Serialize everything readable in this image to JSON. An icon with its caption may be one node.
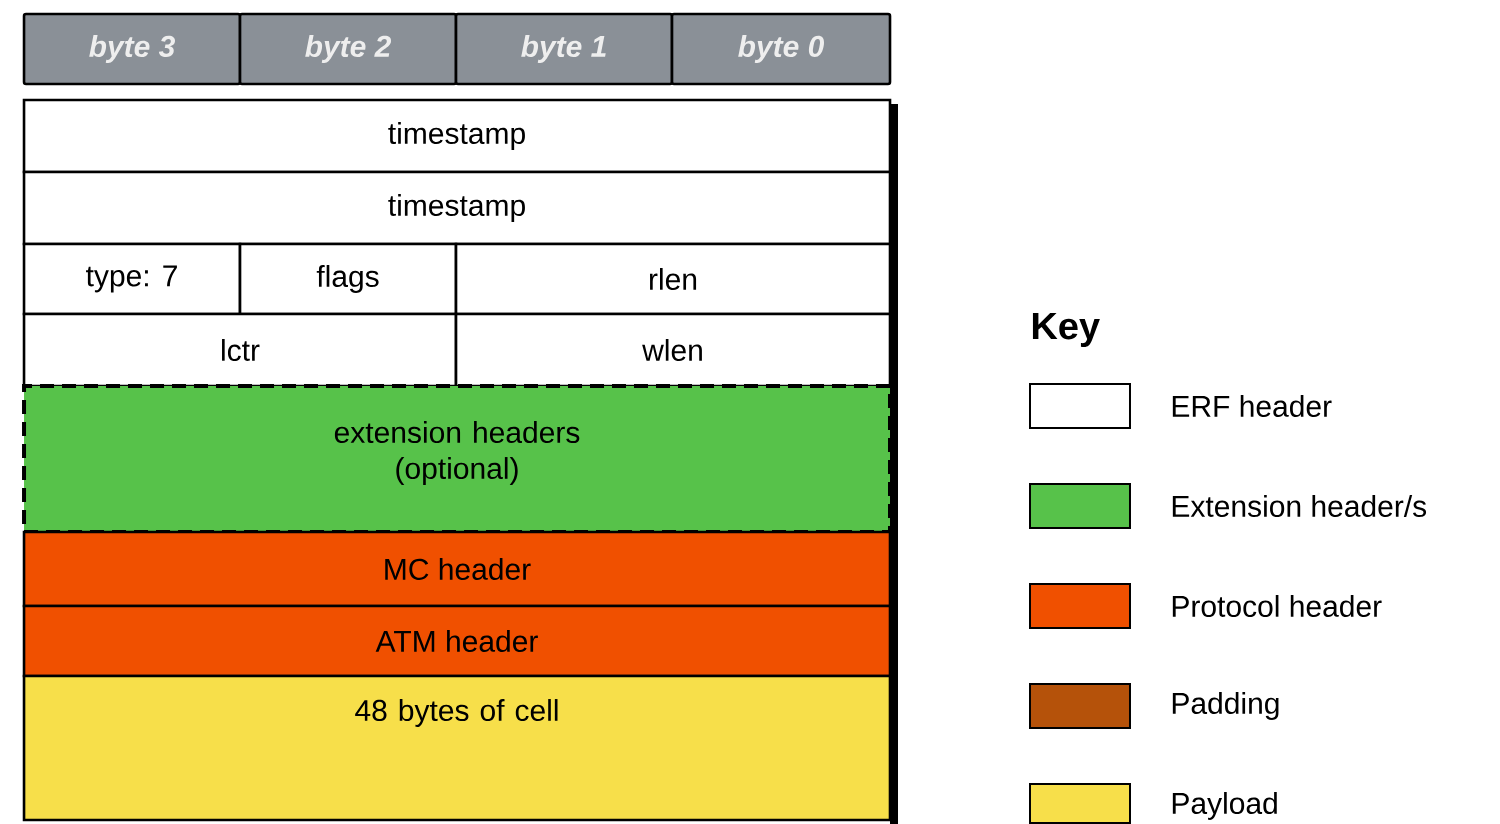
{
  "diagram": {
    "nodes": [
      {
        "text": [
          "byte 3"
        ]
      },
      {
        "text": [
          "byte 2"
        ]
      },
      {
        "text": [
          "byte 1"
        ]
      },
      {
        "text": [
          "byte 0"
        ]
      },
      {
        "text": [
          "timestamp"
        ]
      },
      {
        "text": [
          "timestamp"
        ]
      },
      {
        "text": [
          "type: 7"
        ]
      },
      {
        "text": [
          "flags"
        ]
      },
      {
        "text": [
          "rlen"
        ]
      },
      {
        "text": [
          "lctr"
        ]
      },
      {
        "text": [
          "wlen"
        ]
      },
      {
        "text": [
          "extension headers (optional)"
        ]
      },
      {
        "text": [
          "MC header"
        ]
      },
      {
        "text": [
          "ATM header"
        ]
      },
      {
        "text": [
          "48 bytes of cell"
        ]
      }
    ],
    "labels": [
      "Key"
    ],
    "legend": [
      {
        "text": "ERF header"
      },
      {
        "text": "Extension header/s",
        "color": "#57c24a"
      },
      {
        "text": "Protocol header",
        "color": "#f05000"
      },
      {
        "text": "Padding",
        "color": "#b5520a"
      },
      {
        "text": "Payload",
        "color": "#f7df4a"
      }
    ]
  }
}
